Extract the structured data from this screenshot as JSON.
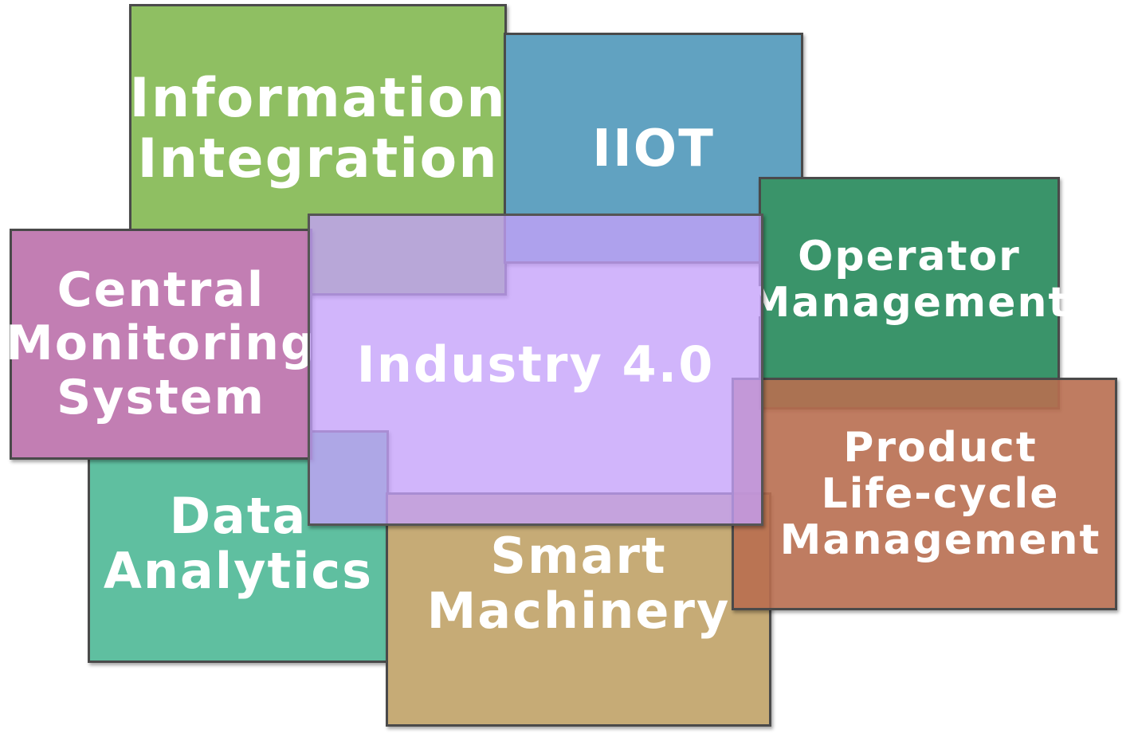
{
  "diagram": {
    "boxes": {
      "information_integration": {
        "lines": [
          "Information",
          "Integration"
        ],
        "color": "#8fbf62"
      },
      "iiot": {
        "lines": [
          "IIOT"
        ],
        "color": "#61a2c1"
      },
      "operator_management": {
        "lines": [
          "Operator",
          "Management"
        ],
        "color": "#3a946a"
      },
      "central_monitoring_system": {
        "lines": [
          "Central",
          "Monitoring",
          "System"
        ],
        "color": "#c27eb3"
      },
      "data_analytics": {
        "lines": [
          "Data",
          "Analytics"
        ],
        "color": "#5fbfa0"
      },
      "smart_machinery": {
        "lines": [
          "Smart",
          "Machinery"
        ],
        "color": "#c6ab76"
      },
      "product_lifecycle_management": {
        "lines": [
          "Product",
          "Life-cycle",
          "Management"
        ],
        "color": "#b86e50"
      },
      "industry_4_0": {
        "lines": [
          "Industry 4.0"
        ],
        "color": "#c4a0fa"
      }
    }
  }
}
